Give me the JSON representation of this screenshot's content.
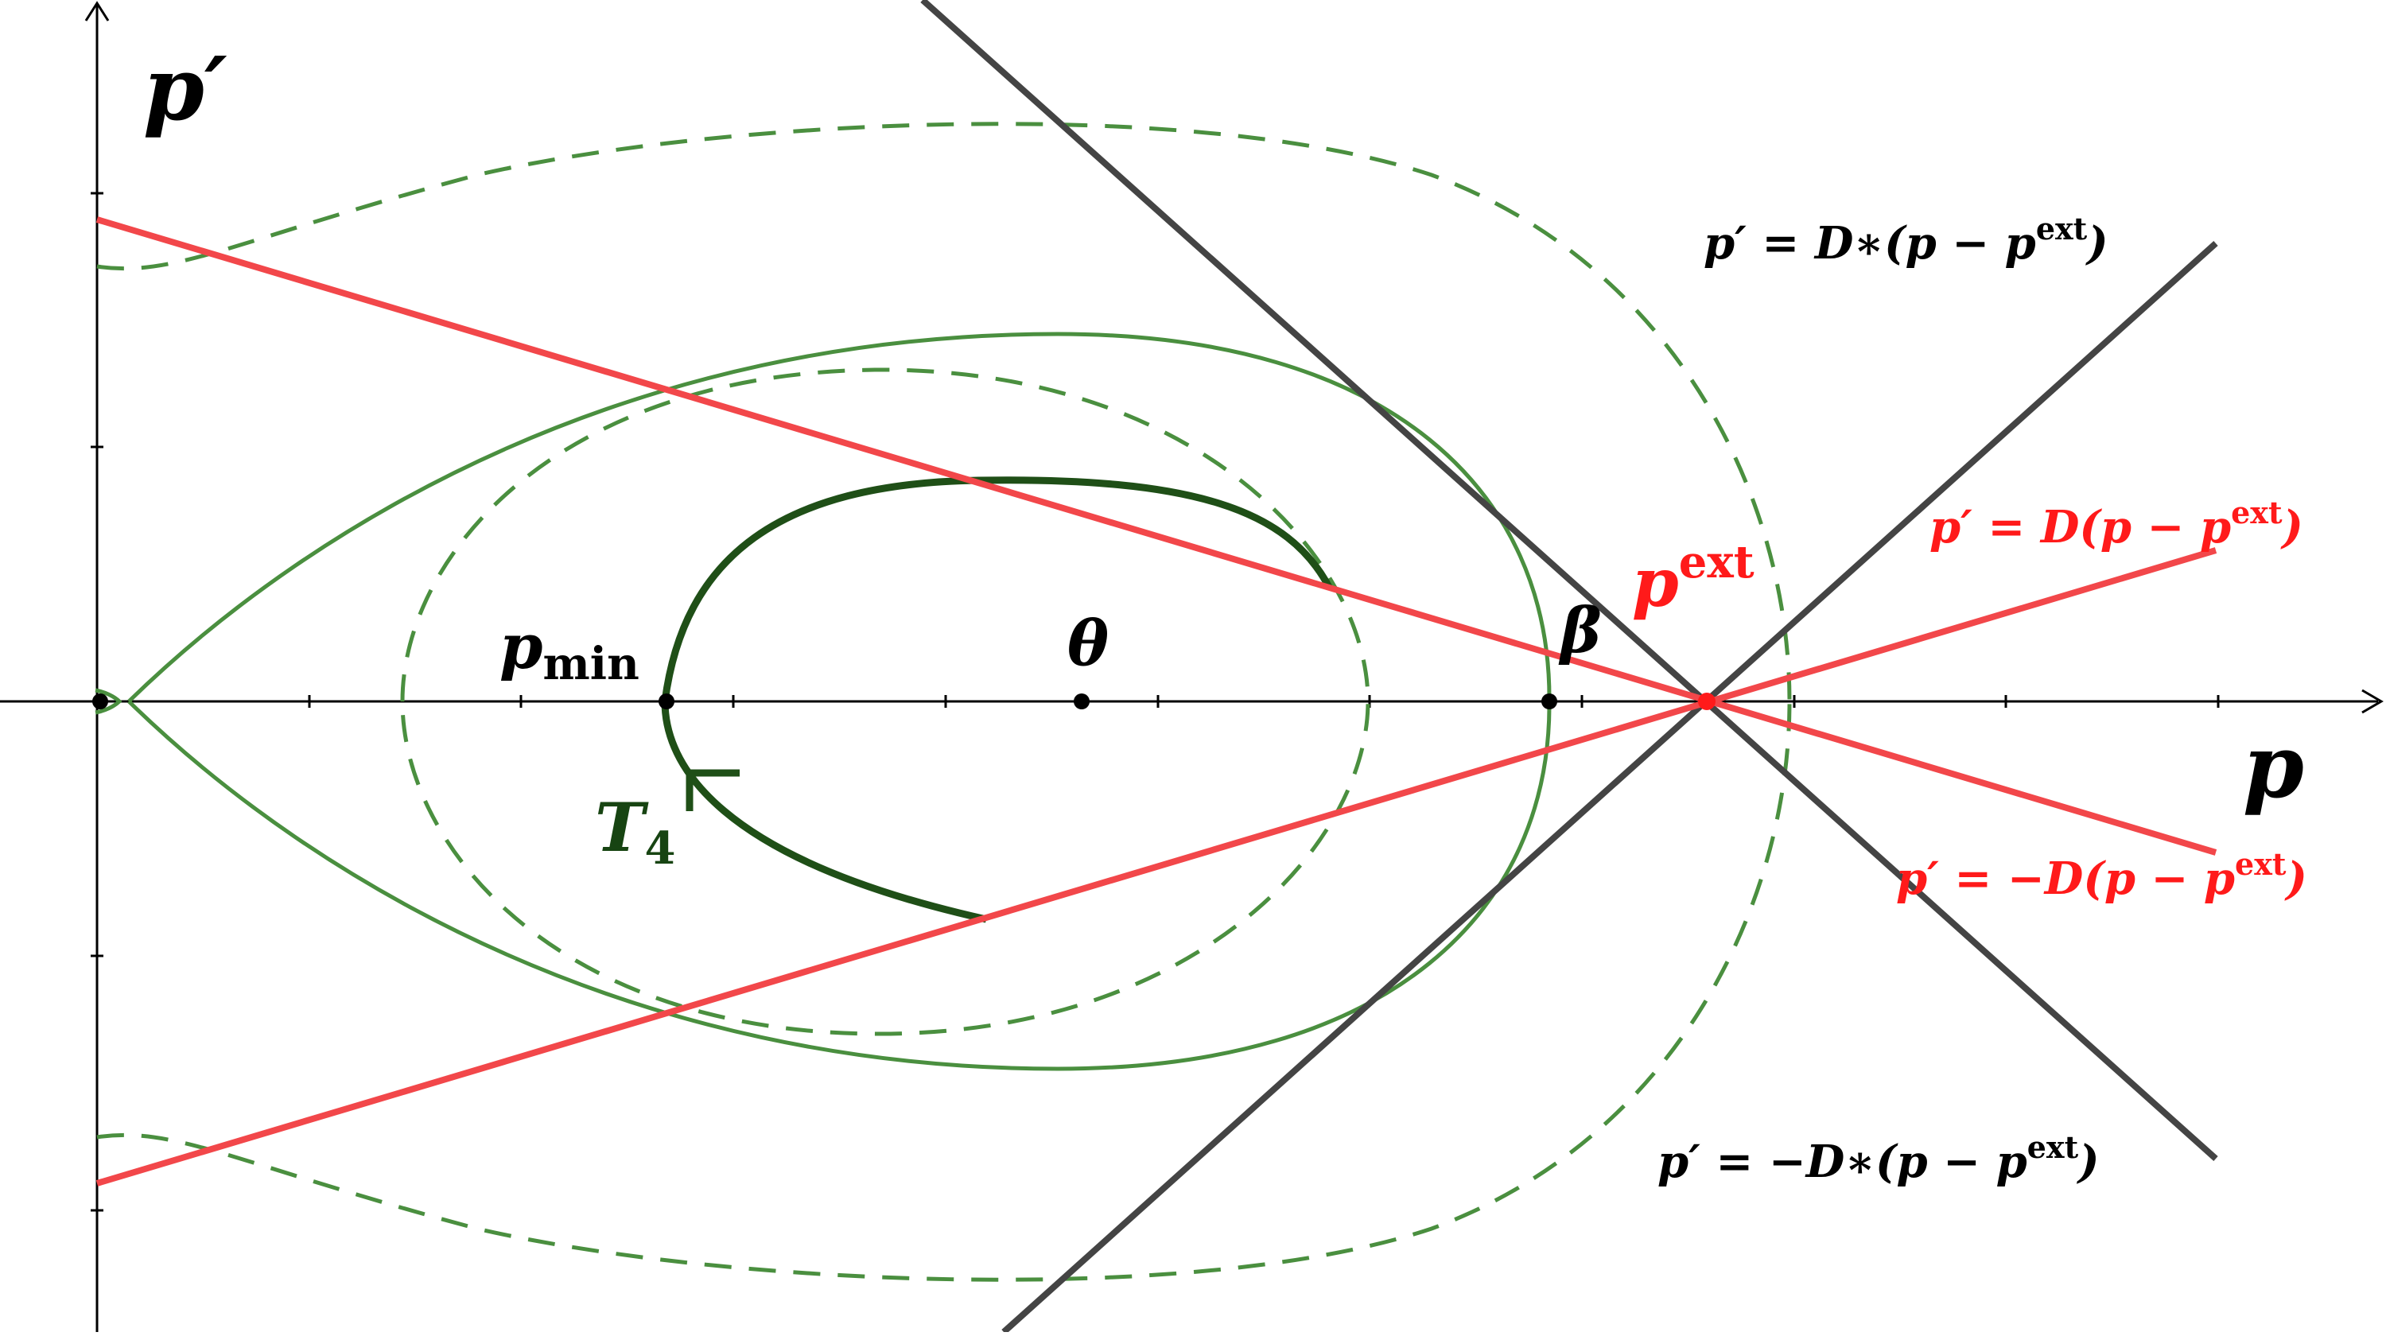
{
  "labels": {
    "p_prime_axis": "p′",
    "p_axis": "p",
    "p_min": "p",
    "p_min_sub": "min",
    "theta": "θ",
    "beta": "β",
    "p_ext": "p",
    "p_ext_sup": "ext",
    "T4": "T",
    "T4_sub": "4",
    "eq_dstar_pos": "p′ = D∗(p − p",
    "eq_dstar_neg": "p′ = −D∗(p − p",
    "eq_d_pos": "p′ = D(p − p",
    "eq_d_neg": "p′ = −D(p − p",
    "eq_sup": "ext",
    "eq_close": ")"
  },
  "colors": {
    "red": "#f2474a",
    "red_text": "#ff1a1a",
    "dark_line": "#444444",
    "green": "#4a8f3f",
    "orbit": "#1f4f17"
  }
}
